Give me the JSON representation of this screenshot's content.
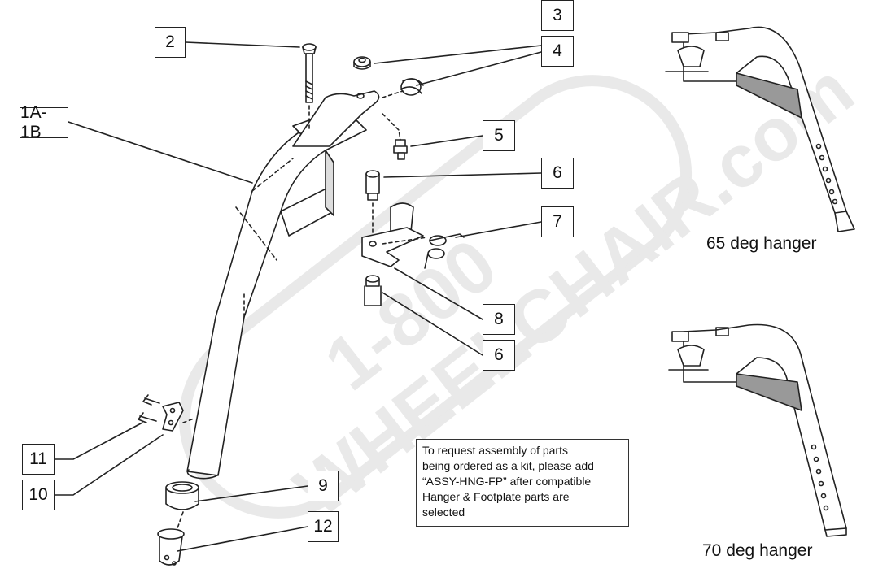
{
  "callouts": {
    "c2": "2",
    "c3": "3",
    "c4": "4",
    "c1ab": "1A-1B",
    "c5": "5",
    "c6a": "6",
    "c7": "7",
    "c8": "8",
    "c6b": "6",
    "c11": "11",
    "c10": "10",
    "c9": "9",
    "c12": "12"
  },
  "captions": {
    "hanger65": "65 deg hanger",
    "hanger70": "70 deg hanger"
  },
  "note": "To request assembly of parts\nbeing ordered as a kit, please add\n“ASSY-HNG-FP” after compatible\nHanger & Footplate parts are\nselected",
  "watermark": {
    "line1": "1-800",
    "line2": "WHEELCHAIR.com"
  }
}
